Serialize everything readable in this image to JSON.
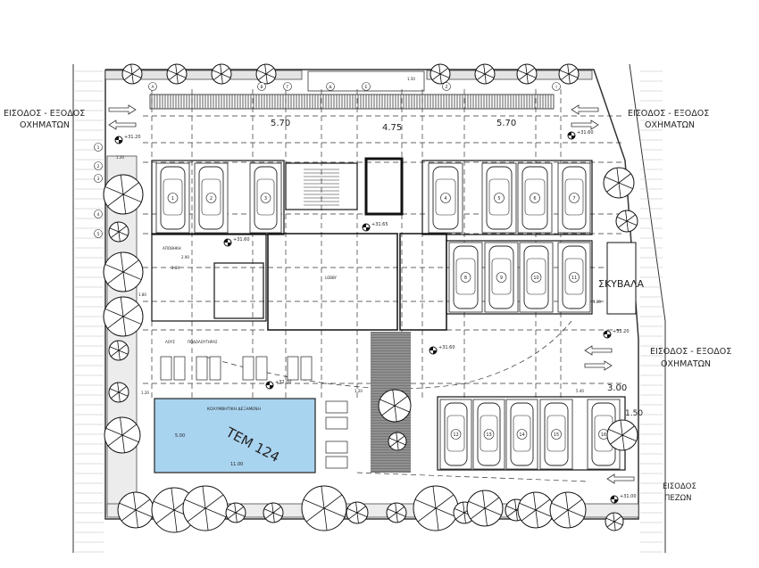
{
  "labels": {
    "entry_exit_vehicles_left": [
      "ΕΙΣΟΔΟΣ - ΕΞΟΔΟΣ",
      "ΟΧΗΜΑΤΩΝ"
    ],
    "entry_exit_vehicles_right_top": [
      "ΕΙΣΟΔΟΣ - ΕΞΟΔΟΣ",
      "ΟΧΗΜΑΤΩΝ"
    ],
    "entry_exit_vehicles_right_mid": [
      "ΕΙΣΟΔΟΣ - ΕΞΟΔΟΣ",
      "ΟΧΗΜΑΤΩΝ"
    ],
    "pedestrian_entry": [
      "ΕΙΣΟΔΟΣ",
      "ΠΕΖΩΝ"
    ],
    "waste": "ΣΚΥΒΑΛΑ",
    "pool": "ΚΟΛΥΜΒΗΤΙΚΗ ΔΕΞΑΜΕΝΗ",
    "pool_area": "ΤΕΜ 124",
    "storage": "ΑΠΟΘΗΚΗ",
    "lobby": "LOBBY",
    "shower": "ΛΟΥΣ",
    "footbath": "ΠΟΔΟΛΟΥΤΗΡΑΣ"
  },
  "dimensions": {
    "d1": "5.70",
    "d2": "4.75",
    "d3": "5.70",
    "d4": "3.00",
    "d5": "1.50",
    "d6": "5.40",
    "d7": "11.00",
    "d8": "5.00",
    "d9": "1.20",
    "d10": "1.20",
    "d11": "1.80",
    "d12": "1.80",
    "d13": "2.90",
    "d14": "2.80",
    "d15": "1.20",
    "d16": "1.50"
  },
  "elevations": [
    "+31.20",
    "+31.60",
    "+31.65",
    "+31.60",
    "+31.20",
    "+31.60",
    "+32.00",
    "+31.00"
  ],
  "grid_axes": [
    "1",
    "2",
    "3",
    "4",
    "5",
    "A",
    "B",
    "Γ",
    "Δ",
    "E",
    "Z",
    "I"
  ],
  "parking_spaces": [
    "1",
    "2",
    "3",
    "4",
    "5",
    "6",
    "7",
    "8",
    "9",
    "10",
    "11",
    "12",
    "13",
    "14",
    "15",
    "16"
  ],
  "colors": {
    "pool": "#a9d4f0",
    "line": "#111111"
  }
}
